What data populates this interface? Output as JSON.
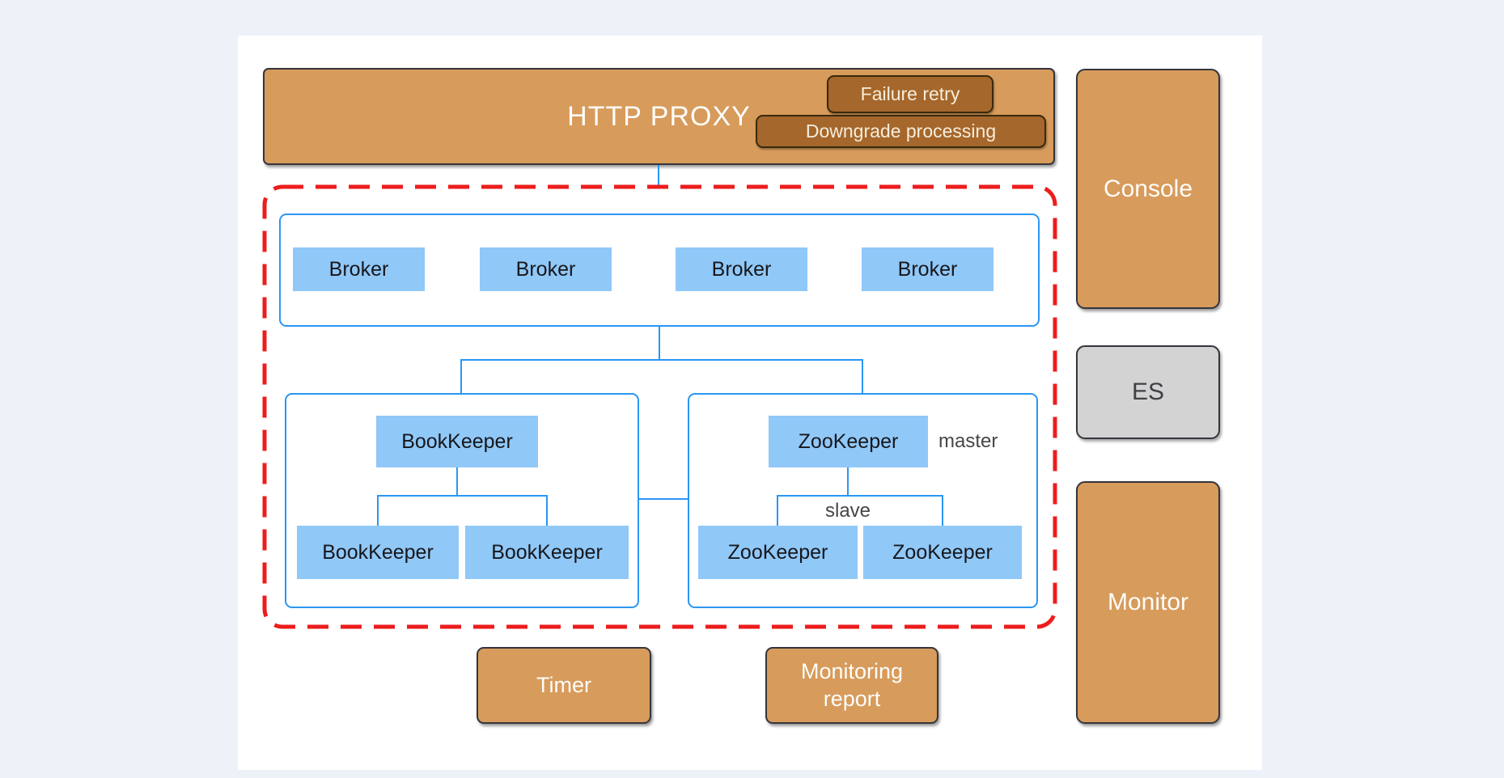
{
  "proxy": {
    "label": "HTTP PROXY",
    "failure_retry_label": "Failure retry",
    "downgrade_label": "Downgrade processing"
  },
  "cluster": {
    "brokers": [
      "Broker",
      "Broker",
      "Broker",
      "Broker"
    ],
    "bookkeeper": {
      "parent": "BookKeeper",
      "child1": "BookKeeper",
      "child2": "BookKeeper"
    },
    "zookeeper": {
      "parent": "ZooKeeper",
      "master_label": "master",
      "slave_label": "slave",
      "child1": "ZooKeeper",
      "child2": "ZooKeeper"
    }
  },
  "side_column": {
    "console": "Console",
    "es": "ES",
    "monitor": "Monitor"
  },
  "bottom_row": {
    "timer": "Timer",
    "monitoring_report": "Monitoring report"
  },
  "colors": {
    "tan_fill": "#D79B5B",
    "brown_fill": "#A5672B",
    "node_blue_fill": "#90C8F8",
    "line_blue": "#2A96F4",
    "dashed_red": "#EC1D1D",
    "es_gray": "#D3D3D3",
    "page_bg": "#EDF1F8",
    "card_bg": "#FFFFFF"
  }
}
